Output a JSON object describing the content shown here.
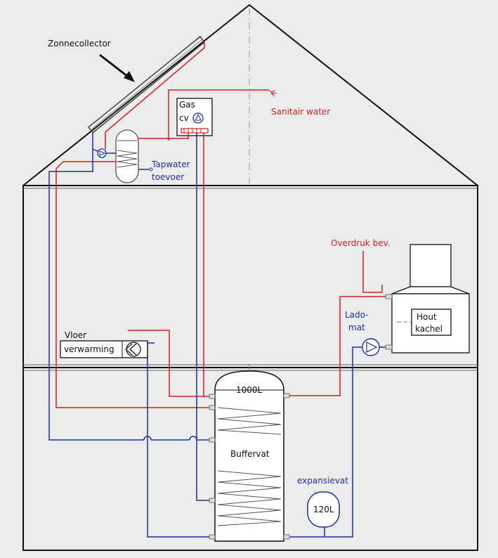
{
  "labels": {
    "zonnecollector": "Zonnecollector",
    "gas": "Gas",
    "cv": "cv",
    "sanitair_water": "Sanitair water",
    "tapwater_line1": "Tapwater",
    "tapwater_line2": "toevoer",
    "overdruk": "Overdruk bev.",
    "lado_line1": "Lado-",
    "lado_line2": "mat",
    "hout_line1": "Hout",
    "hout_line2": "kachel",
    "vloer_line1": "Vloer",
    "vloer_line2": "verwarming",
    "volume": "1000L",
    "buffervat": "Buffervat",
    "expansievat": "expansievat",
    "exp_volume": "120L"
  },
  "colors": {
    "background": "#ececec",
    "structure": "#111111",
    "supply_red": "#d02020",
    "return_blue": "#1c2fa8",
    "centerline": "#9a9a9a"
  }
}
